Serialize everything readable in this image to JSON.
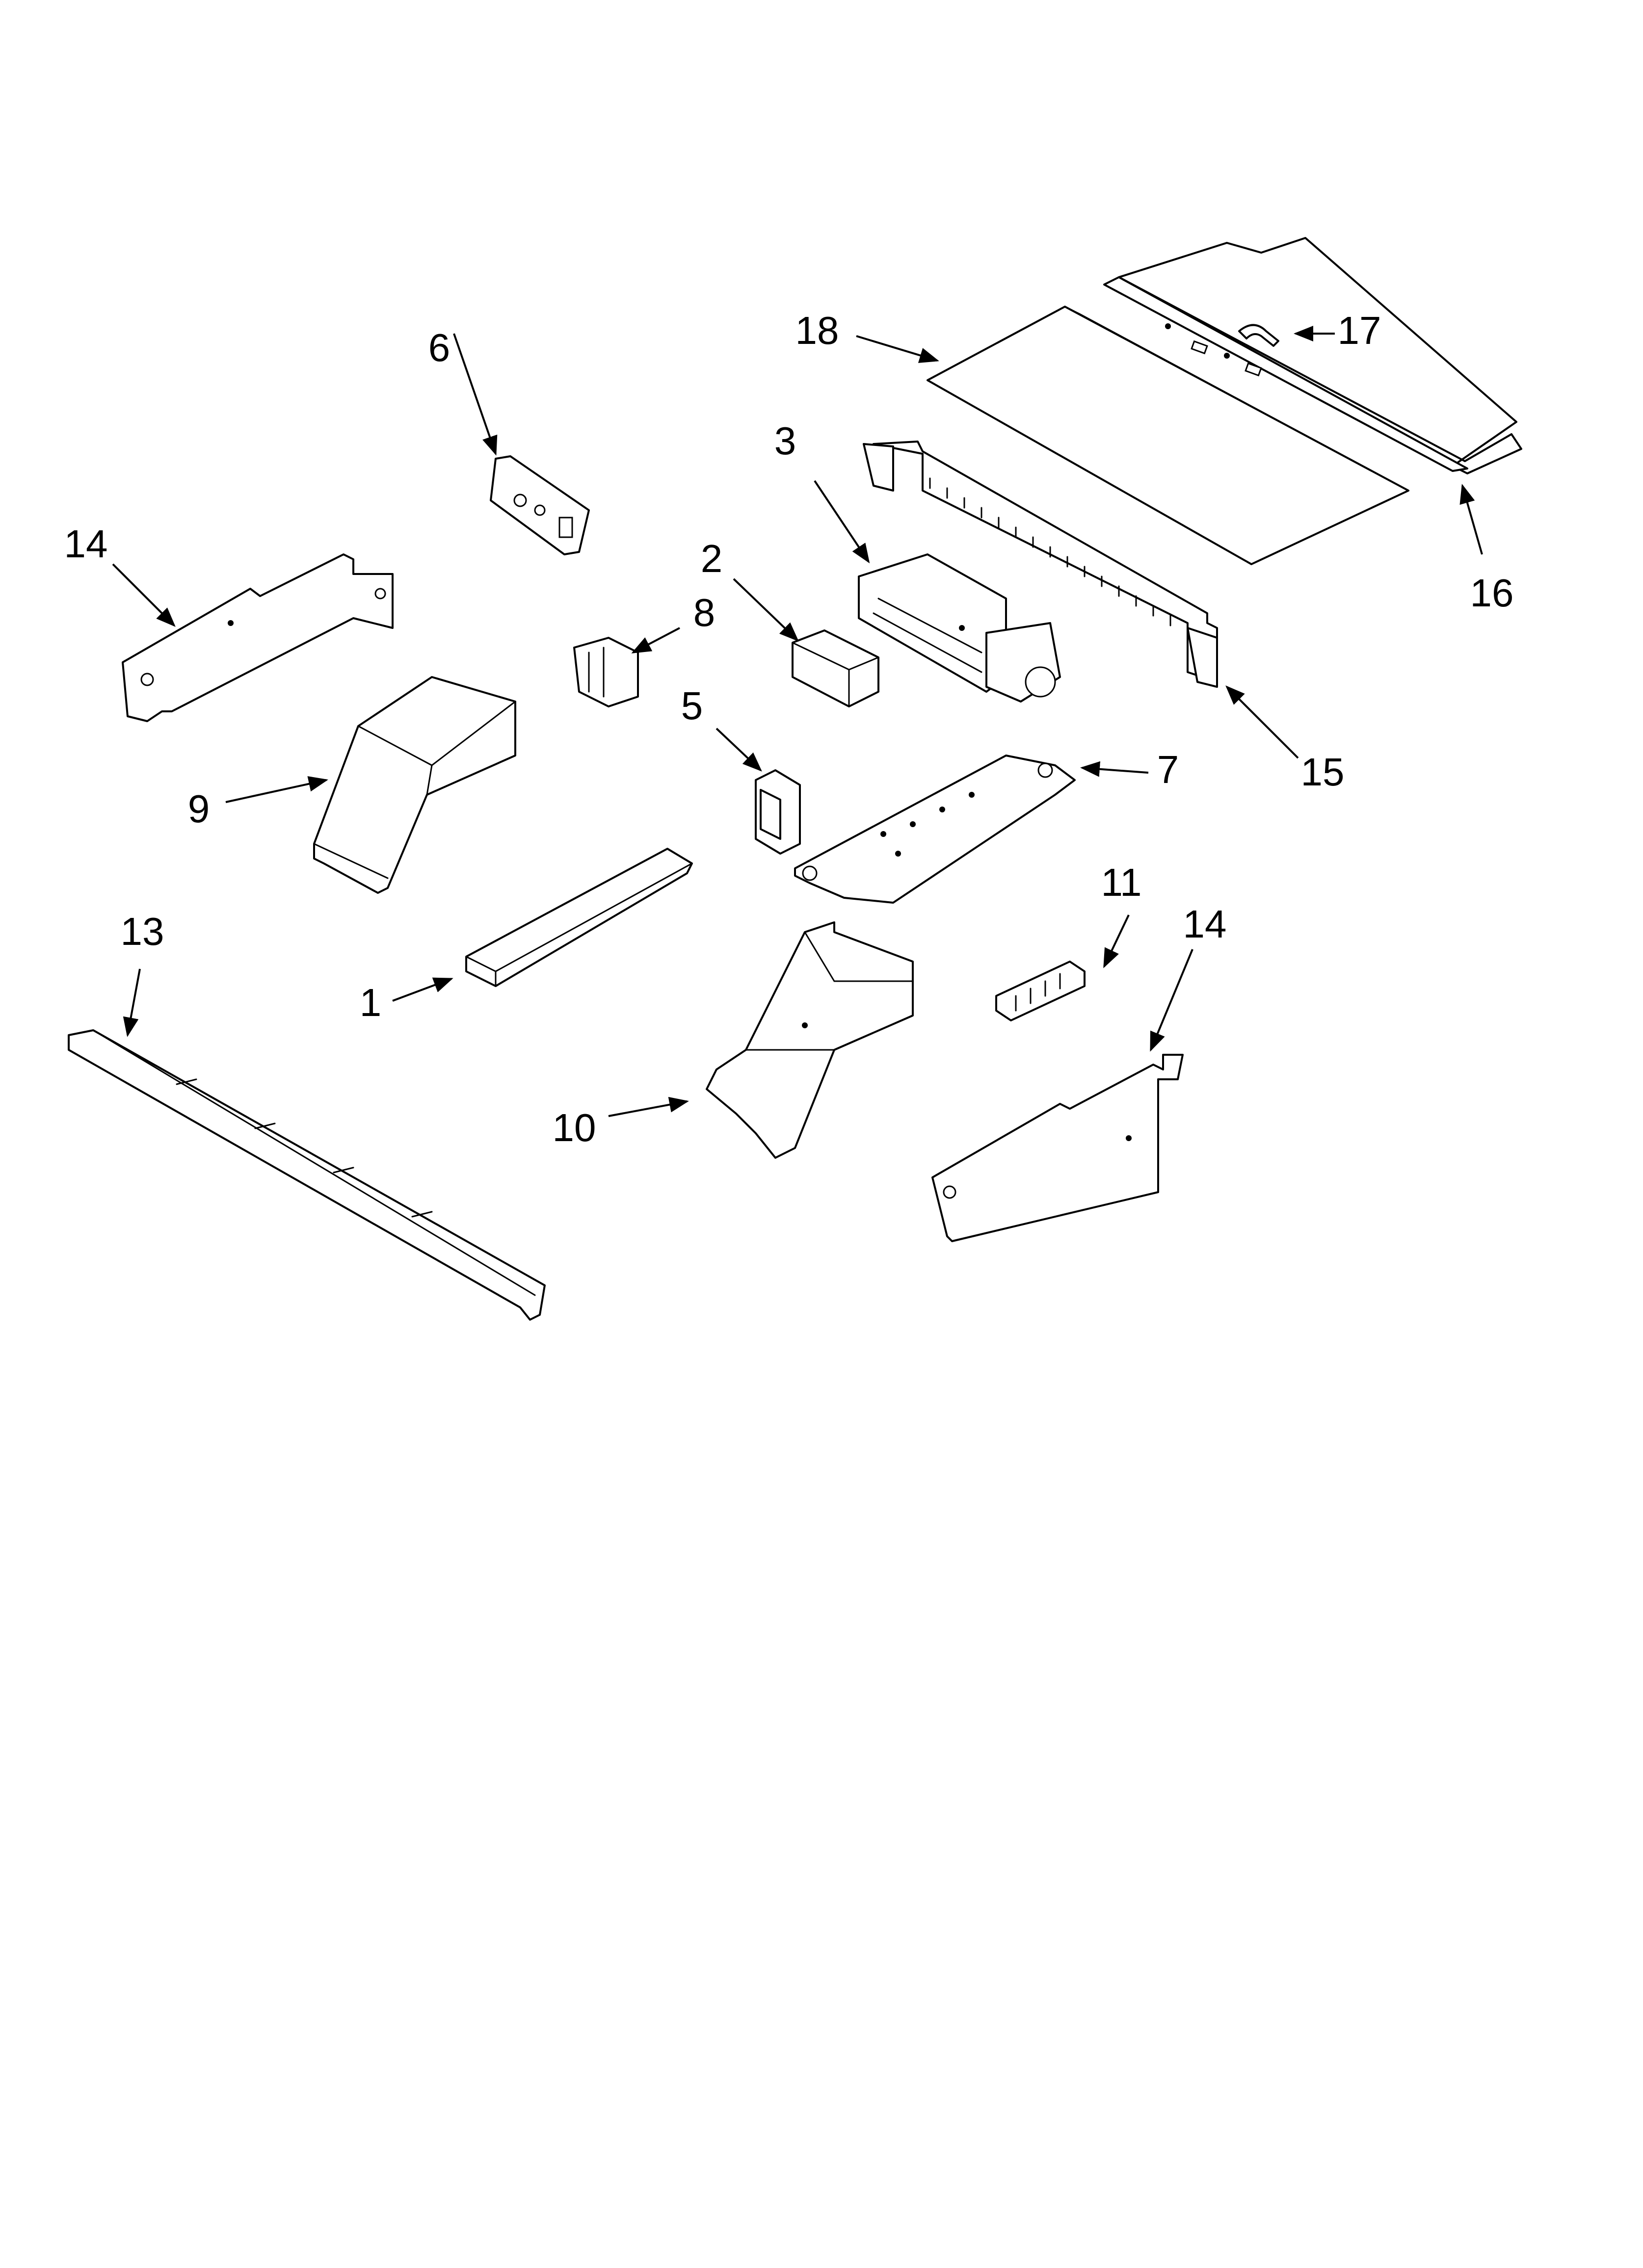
{
  "callouts": {
    "c1": "1",
    "c2": "2",
    "c3": "3",
    "c5": "5",
    "c6": "6",
    "c7": "7",
    "c8": "8",
    "c9": "9",
    "c10": "10",
    "c11": "11",
    "c13": "13",
    "c14_left": "14",
    "c14_right": "14",
    "c15": "15",
    "c16": "16",
    "c17": "17",
    "c18": "18"
  },
  "colors": {
    "line": "#000000",
    "background": "#ffffff"
  }
}
